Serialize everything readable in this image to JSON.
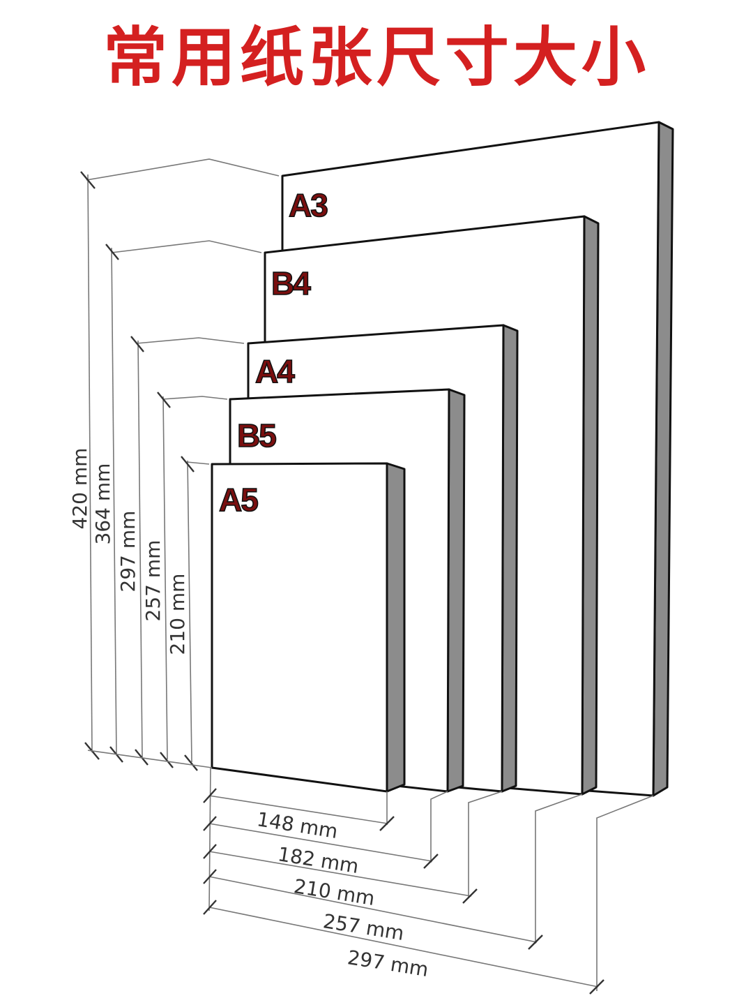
{
  "title": "常用纸张尺寸大小",
  "sheets": [
    {
      "label": "A3"
    },
    {
      "label": "B4"
    },
    {
      "label": "A4"
    },
    {
      "label": "B5"
    },
    {
      "label": "A5"
    }
  ],
  "height_labels": [
    "420 mm",
    "364 mm",
    "297 mm",
    "257 mm",
    "210 mm"
  ],
  "width_labels": [
    "148 mm",
    "182 mm",
    "210 mm",
    "257 mm",
    "297 mm"
  ],
  "colors": {
    "title": "#d42020",
    "label_fill": "#7a0f0f",
    "side": "#8c8c8c"
  }
}
